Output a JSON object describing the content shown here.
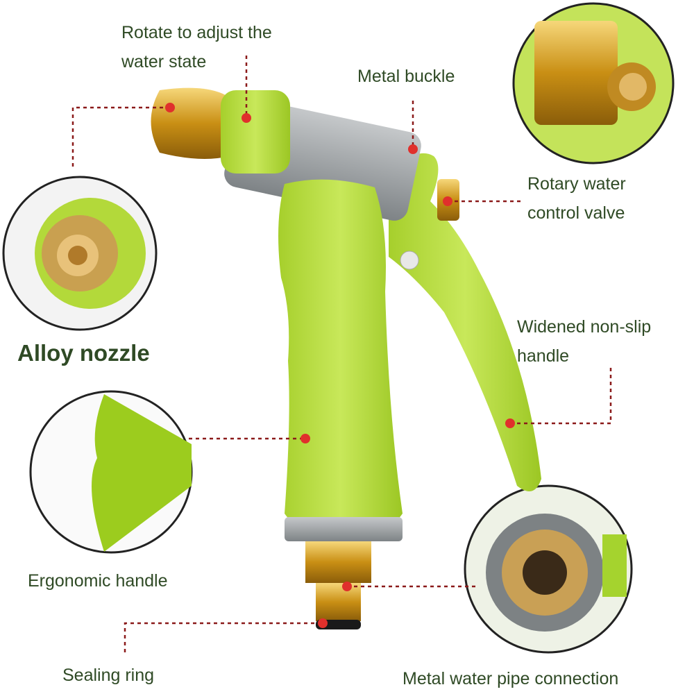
{
  "labels": {
    "rotate_line1": "Rotate to adjust the",
    "rotate_line2": "water state",
    "metal_buckle": "Metal buckle",
    "rotary_line1": "Rotary water",
    "rotary_line2": "control valve",
    "alloy_nozzle": "Alloy nozzle",
    "widened_line1": "Widened non-slip",
    "widened_line2": "handle",
    "ergonomic_handle": "Ergonomic handle",
    "sealing_ring": "Sealing ring",
    "metal_pipe": "Metal water pipe connection"
  },
  "colors": {
    "green": "#b5dc3c",
    "gold": "#d9a520",
    "gray": "#9fa3a6",
    "leader": "#8b1a1a",
    "dot": "#e0302c",
    "text": "#2f4a25"
  }
}
